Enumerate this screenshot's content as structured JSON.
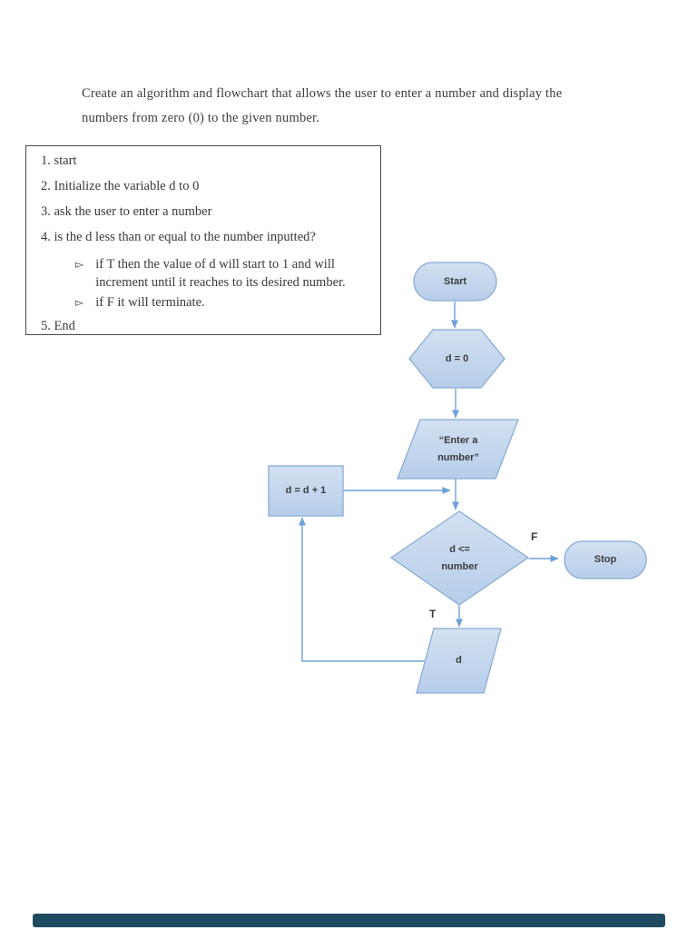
{
  "intro": {
    "line1": "Create an algorithm and flowchart that allows the user to enter a number and display the",
    "line2": "numbers from zero (0) to the given number."
  },
  "algorithm": {
    "steps": [
      "1. start",
      "2. Initialize the variable d to 0",
      "3. ask the user to enter a number",
      "4. is the d less than or equal to the number inputted?"
    ],
    "bullet_glyph": "▻",
    "bullets": [
      "if T then the value of d will start to 1 and will increment until it reaches to its desired number.",
      "if F it will terminate."
    ],
    "final_step": "5. End"
  },
  "flowchart": {
    "start": "Start",
    "init": "d = 0",
    "input_line1": "“Enter a",
    "input_line2": "number”",
    "increment": "d = d + 1",
    "decision_line1": "d <=",
    "decision_line2": "number",
    "branch_false": "F",
    "branch_true": "T",
    "stop": "Stop",
    "output": "d"
  },
  "colors": {
    "shape_fill_top": "#d3e1f2",
    "shape_fill_bottom": "#b6cde9",
    "shape_border": "#89abd3",
    "connector": "#6fa0d8",
    "text": "#3b3b3b",
    "bottom_bar": "#1f4b61"
  }
}
